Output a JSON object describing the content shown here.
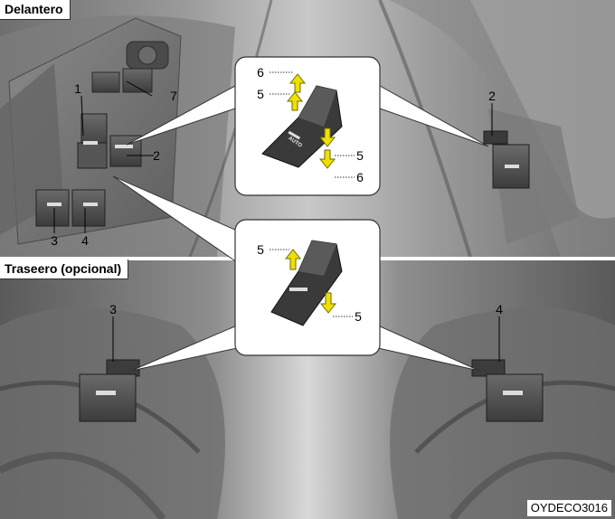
{
  "sections": {
    "front_title": "Delantero",
    "rear_title": "Traseero (opcional)"
  },
  "callouts": {
    "n1": "1",
    "n2": "2",
    "n3": "3",
    "n4": "4",
    "n7": "7",
    "right_n2": "2",
    "rear_n3": "3",
    "rear_n4": "4"
  },
  "zoom_front": {
    "up_far": "6",
    "up_near": "5",
    "down_near": "5",
    "down_far": "6",
    "switch_text": "AUTO"
  },
  "zoom_rear": {
    "up": "5",
    "down": "5"
  },
  "switch_label": "AUTO",
  "figure_code": "OYDECO3016",
  "colors": {
    "arrow": "#f0e000",
    "arrow_outline": "#6a6a00"
  }
}
